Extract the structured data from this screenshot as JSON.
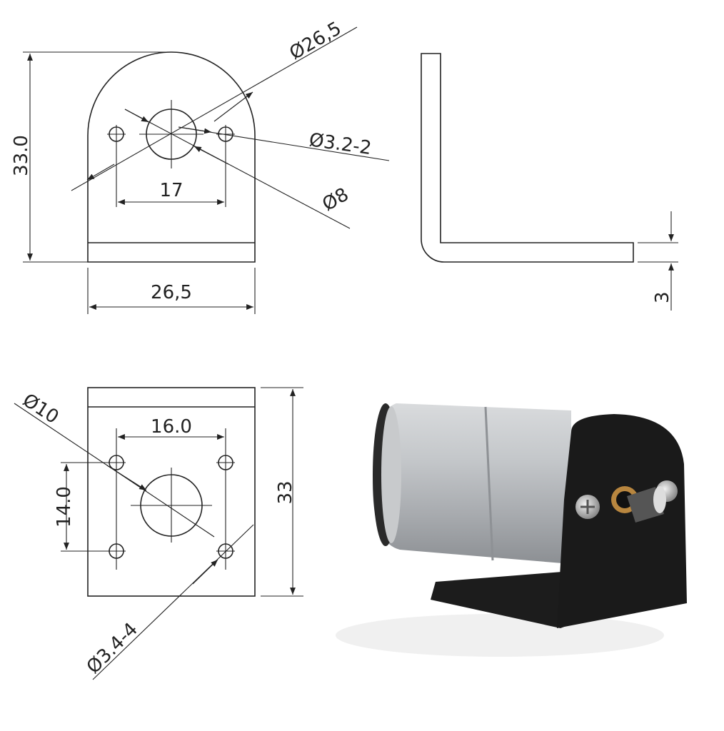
{
  "front_view": {
    "height_label": "33.0",
    "width_label": "26,5",
    "hole_spacing_label": "17",
    "arc_diameter_label": "Ø26,5",
    "small_hole_label": "Ø3.2-2",
    "center_hole_label": "Ø8"
  },
  "side_view": {
    "thickness_label": "3"
  },
  "base_view": {
    "center_hole_label": "Ø10",
    "horizontal_spacing_label": "16.0",
    "vertical_spacing_label": "14.0",
    "height_label": "33",
    "mount_hole_label": "Ø3.4-4"
  },
  "colors": {
    "line": "#222222",
    "bracket": "#1a1a1a",
    "motor": "#b9bcbf"
  }
}
